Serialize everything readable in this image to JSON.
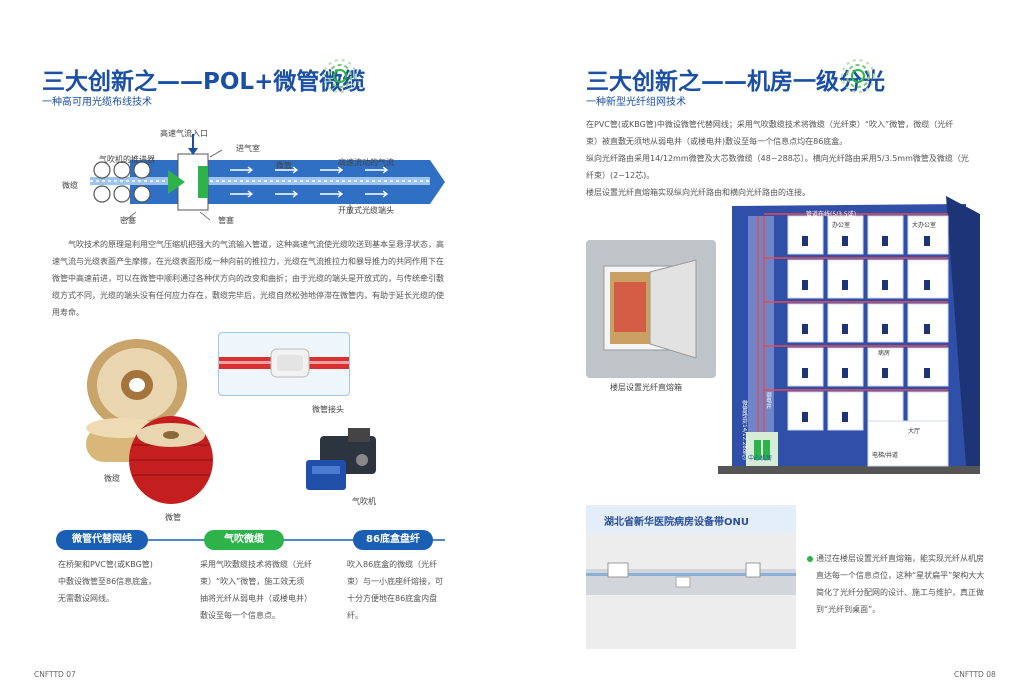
{
  "left": {
    "title": "三大创新之——POL+微管微缆",
    "subtitle": "一种高可用光缆布线技术",
    "diagram": {
      "label_inlet": "高速气流入口",
      "label_chamber": "进气室",
      "label_pusher": "气吹机的推进器",
      "label_cable": "微缆",
      "label_duct": "微管",
      "label_flow": "高速流动的气流",
      "label_seal": "密塞",
      "label_pipeseal": "管塞",
      "label_open_end": "开放式光缆端头"
    },
    "paragraph": "气吹技术的原理是利用空气压缩机把强大的气流输入管道，这种高速气流使光缆吹送到基本呈悬浮状态，高速气流与光缆表面产生摩擦，在光缆表面形成一种向前的推拉力，光缆在气流推拉力和暴导推力的共同作用下在微管中高速前进，可以在微管中顺利通过各种伏方向的改变和曲折；由于光缆的端头是开放式的，与传统牵引敷缆方式不同，光缆的端头没有任何应力存在，敷缆完毕后，光缆自然松弛地停滞在微管内，有助于延长光缆的使用寿命。",
    "photo_labels": {
      "connector": "微管接头",
      "cable": "微缆",
      "duct": "微管",
      "blower": "气吹机"
    },
    "pills": [
      {
        "label": "微管代替网线",
        "color": "#1a5fb4"
      },
      {
        "label": "气吹微缆",
        "color": "#2db34a"
      },
      {
        "label": "86底盒盘纤",
        "color": "#1a5fb4"
      }
    ],
    "columns": [
      "在桥架和PVC管(或KBG管)中敷设微管至86信息底盒，无需敷设网线。",
      "采用气吹敷缆技术将微缆（光纤束）“吹入”微管，施工效无须抽将光纤从弱电井（或楼电井）敷设至每一个信息点。",
      "吹入86底盒的微缆（光纤束）与一小底座纤熔接，可十分方便地在86底盒内盘纤。"
    ],
    "footer": "CNFTTD  07"
  },
  "right": {
    "title": "三大创新之——机房一级分光",
    "subtitle": "一种新型光纤组网技术",
    "paragraph_lines": [
      "在PVC管(或KBG管)中微设微管代替网线；采用气吹敷缆技术将微缆（光纤束）“吹入”微管，微缆（光纤",
      "束）被直敷无须地从弱电井（或楼电井)敷设至每一个信息点均在86底盒。",
      "纵向光纤路由采用14/12mm微管及大芯数微缆（48~288芯）。横向光纤路由采用5/3.5mm微管及微缆（光",
      "纤束）(2~12芯)。",
      "楼层设置光纤直熔箱实现纵向光纤路由和横向光纤路由的连接。"
    ],
    "photo_caption": "楼层设置光纤直熔箱",
    "building": {
      "top_label": "管道布线(5/3.5或)",
      "office": "办公室",
      "multi_office": "大办公室",
      "ward": "病房",
      "vertical_label": "微管路由(14/12.288芯)",
      "center": "中心机房",
      "shaft": "弱电井",
      "lobby": "大厅",
      "outdoor": "电梯/井道"
    },
    "hospital_title": "湖北省新华医院病房设备带ONU",
    "bullet_text": "通过在楼层设置光纤直熔箱，能实现光纤从机房直达每一个信息点位，这种“星状扁平”架构大大简化了光纤分配网的设计、施工与维护，真正做到“光纤到桌面”。",
    "footer": "CNFTTD  08"
  },
  "colors": {
    "brand_blue": "#1a4fa3",
    "green": "#2db34a",
    "pipe_blue": "#3a78c9",
    "cable_red": "#d62828"
  }
}
